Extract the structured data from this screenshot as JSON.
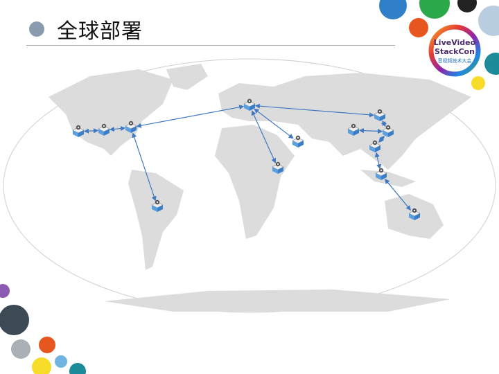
{
  "slide": {
    "title": "全球部署",
    "bullet_color": "#8a9bb0"
  },
  "logo": {
    "line1": "LiveVideo",
    "line2": "StackCon",
    "line3": "音视频技术大会"
  },
  "map": {
    "land_color": "#dcdcdc",
    "arrow_color": "#3f78c0",
    "node_icon": "server-gear-icon",
    "nodes": [
      {
        "id": "us-west"
      },
      {
        "id": "us-central"
      },
      {
        "id": "us-east"
      },
      {
        "id": "europe"
      },
      {
        "id": "middle-east"
      },
      {
        "id": "east-africa"
      },
      {
        "id": "brazil"
      },
      {
        "id": "china-west"
      },
      {
        "id": "china-north"
      },
      {
        "id": "china-east"
      },
      {
        "id": "china-south"
      },
      {
        "id": "southeast-asia"
      },
      {
        "id": "australia"
      }
    ],
    "links": [
      [
        "us-west",
        "us-central"
      ],
      [
        "us-central",
        "us-east"
      ],
      [
        "us-east",
        "europe"
      ],
      [
        "us-east",
        "brazil"
      ],
      [
        "europe",
        "middle-east"
      ],
      [
        "europe",
        "east-africa"
      ],
      [
        "europe",
        "china-north"
      ],
      [
        "china-west",
        "china-east"
      ],
      [
        "china-north",
        "china-east"
      ],
      [
        "china-east",
        "china-south"
      ],
      [
        "china-south",
        "southeast-asia"
      ],
      [
        "southeast-asia",
        "australia"
      ]
    ]
  }
}
